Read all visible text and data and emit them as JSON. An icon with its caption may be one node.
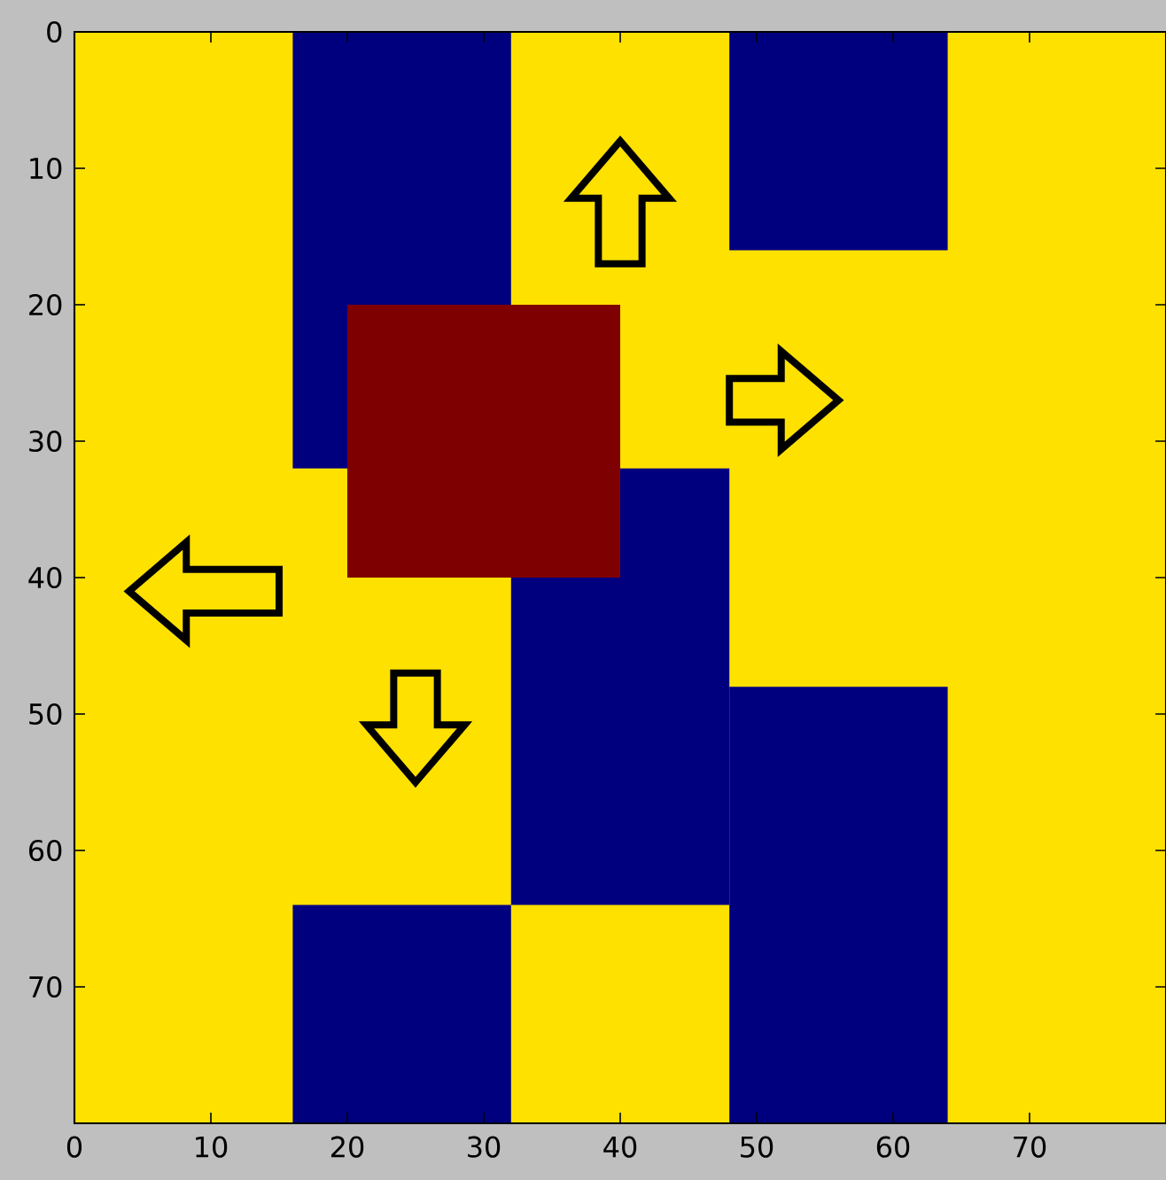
{
  "diagram": {
    "labels": [
      "0",
      "10",
      "20",
      "30",
      "40",
      "50",
      "60",
      "70",
      "0",
      "10",
      "20",
      "30",
      "40",
      "50",
      "60",
      "70"
    ]
  }
}
